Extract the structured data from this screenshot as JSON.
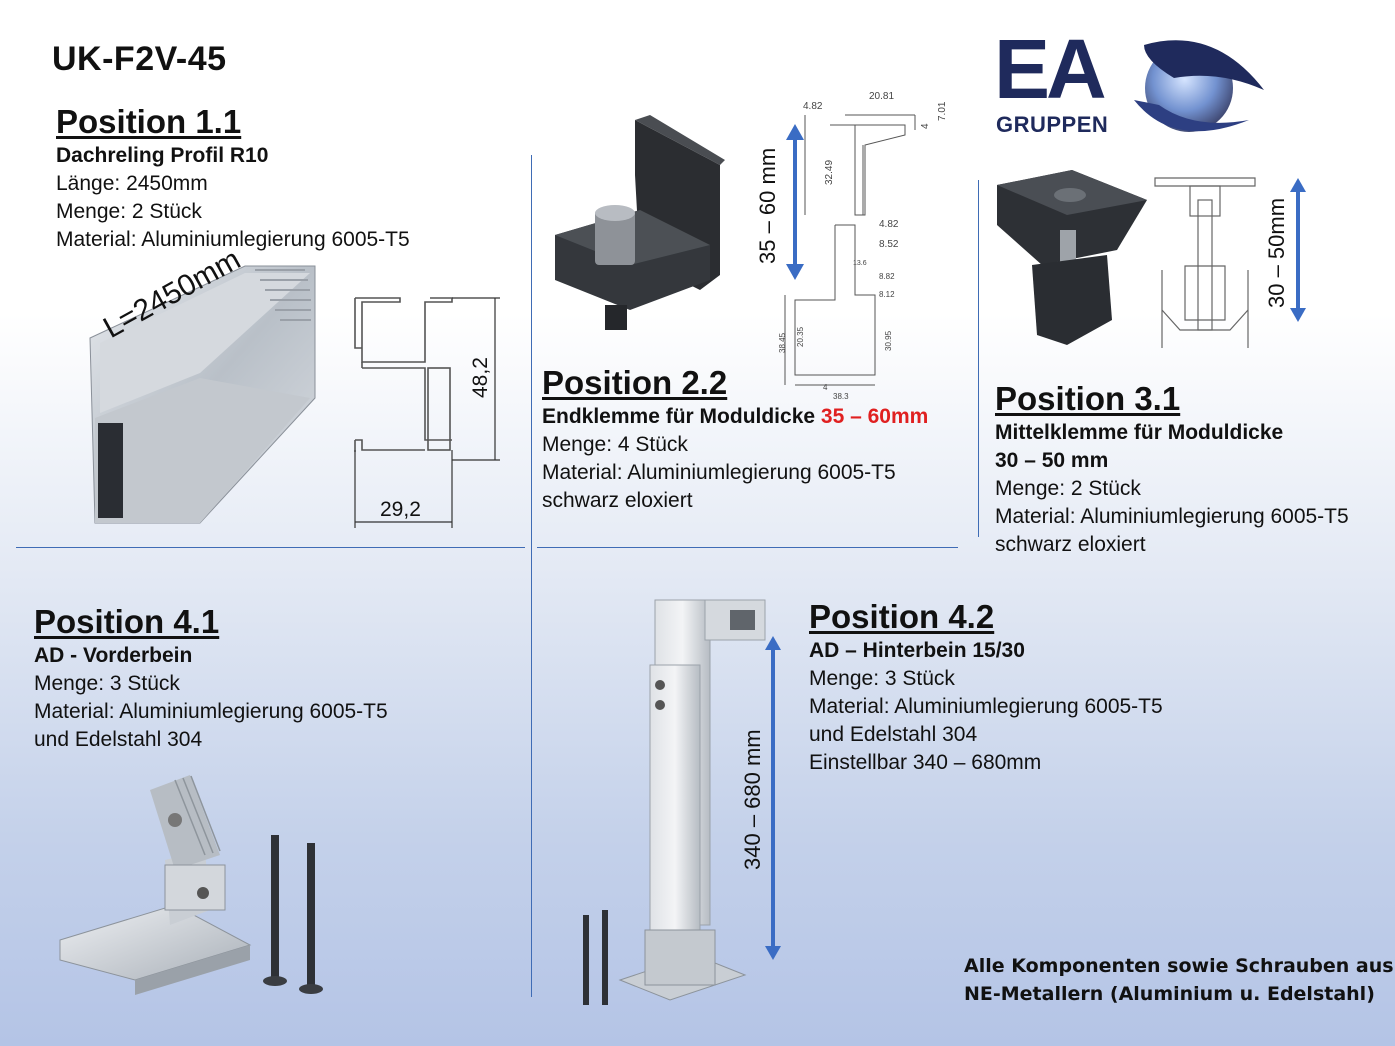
{
  "doc_title": "UK-F2V-45",
  "logo": {
    "letters": "EA",
    "sub": "GRUPPEN"
  },
  "pos11": {
    "heading": "Position 1.1",
    "subtitle": "Dachreling Profil R10",
    "lines": [
      "Länge: 2450mm",
      "Menge: 2 Stück",
      "Material: Aluminiumlegierung 6005-T5"
    ],
    "rail_label": "L=2450mm",
    "dim_height": "48,2",
    "dim_width": "29,2"
  },
  "pos22": {
    "heading": "Position 2.2",
    "subtitle_prefix": "Endklemme für Moduldicke ",
    "subtitle_range": "35 – 60mm",
    "lines": [
      "Menge: 4 Stück",
      "Material: Aluminiumlegierung 6005-T5",
      "schwarz eloxiert"
    ],
    "range_label": "35 – 60 mm",
    "drawing_dims": [
      "4.82",
      "20.81",
      "7.01",
      "4",
      "32.49",
      "4.82",
      "8.52",
      "13.6",
      "8.82",
      "8.12",
      "30.95",
      "20.35",
      "38.45",
      "4",
      "38.3"
    ]
  },
  "pos31": {
    "heading": "Position 3.1",
    "subtitle_lines": [
      "Mittelklemme für Moduldicke",
      "30 – 50 mm"
    ],
    "lines": [
      "Menge: 2 Stück",
      "Material: Aluminiumlegierung 6005-T5",
      "schwarz eloxiert"
    ],
    "range_label": "30 – 50mm"
  },
  "pos41": {
    "heading": "Position 4.1",
    "subtitle": "AD - Vorderbein",
    "lines": [
      "Menge: 3 Stück",
      "Material: Aluminiumlegierung 6005-T5",
      "und Edelstahl 304"
    ]
  },
  "pos42": {
    "heading": "Position 4.2",
    "subtitle": "AD – Hinterbein 15/30",
    "lines": [
      "Menge: 3 Stück",
      "Material: Aluminiumlegierung 6005-T5",
      "und Edelstahl 304",
      "Einstellbar 340 – 680mm"
    ],
    "range_label": "340 – 680 mm"
  },
  "note": [
    "Alle Komponenten sowie Schrauben aus",
    "NE-Metallern (Aluminium u. Edelstahl)"
  ],
  "colors": {
    "accent_red": "#e02020",
    "arrow_blue": "#3a6cc4",
    "logo_navy": "#1f2a5c",
    "separator": "#3f6cb5"
  }
}
